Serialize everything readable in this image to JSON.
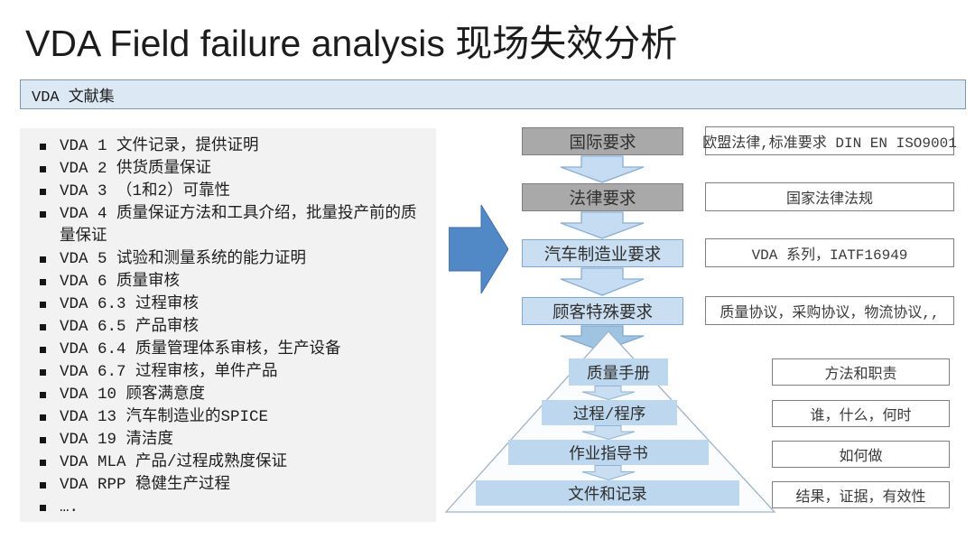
{
  "slide": {
    "title": "VDA Field failure analysis 现场失效分析",
    "section_header": "VDA 文献集"
  },
  "literature_list": {
    "items": [
      "VDA 1 文件记录，提供证明",
      "VDA 2 供货质量保证",
      "VDA 3 （1和2）可靠性",
      "VDA 4 质量保证方法和工具介绍，批量投产前的质量保证",
      "VDA 5 试验和测量系统的能力证明",
      "VDA 6 质量审核",
      "VDA 6.3 过程审核",
      "VDA 6.5 产品审核",
      "VDA 6.4 质量管理体系审核，生产设备",
      "VDA 6.7 过程审核，单件产品",
      "VDA 10 顾客满意度",
      "VDA 13 汽车制造业的SPICE",
      "VDA 19 清洁度",
      "VDA MLA 产品/过程成熟度保证",
      "VDA RPP 稳健生产过程",
      "…."
    ]
  },
  "requirements_flow": {
    "levels": [
      {
        "label": "国际要求",
        "note": "欧盟法律,标准要求 DIN EN ISO9001"
      },
      {
        "label": "法律要求",
        "note": "国家法律法规"
      },
      {
        "label": "汽车制造业要求",
        "note": "VDA 系列，IATF16949"
      },
      {
        "label": "顾客特殊要求",
        "note": "质量协议，采购协议，物流协议,,"
      }
    ]
  },
  "document_pyramid": {
    "layers": [
      {
        "label": "质量手册",
        "note": "方法和职责"
      },
      {
        "label": "过程/程序",
        "note": "谁，什么，何时"
      },
      {
        "label": "作业指导书",
        "note": "如何做"
      },
      {
        "label": "文件和记录",
        "note": "结果，证据，有效性"
      }
    ]
  },
  "colors": {
    "accent_blue": "#5089C6",
    "light_blue_fill": "#C9DFF1",
    "pyramid_layer_fill": "#BDD7EE",
    "gray_box_fill": "#A9A9A9",
    "section_bar_fill": "#DCE9F5",
    "list_panel_fill": "#F2F2F2"
  }
}
